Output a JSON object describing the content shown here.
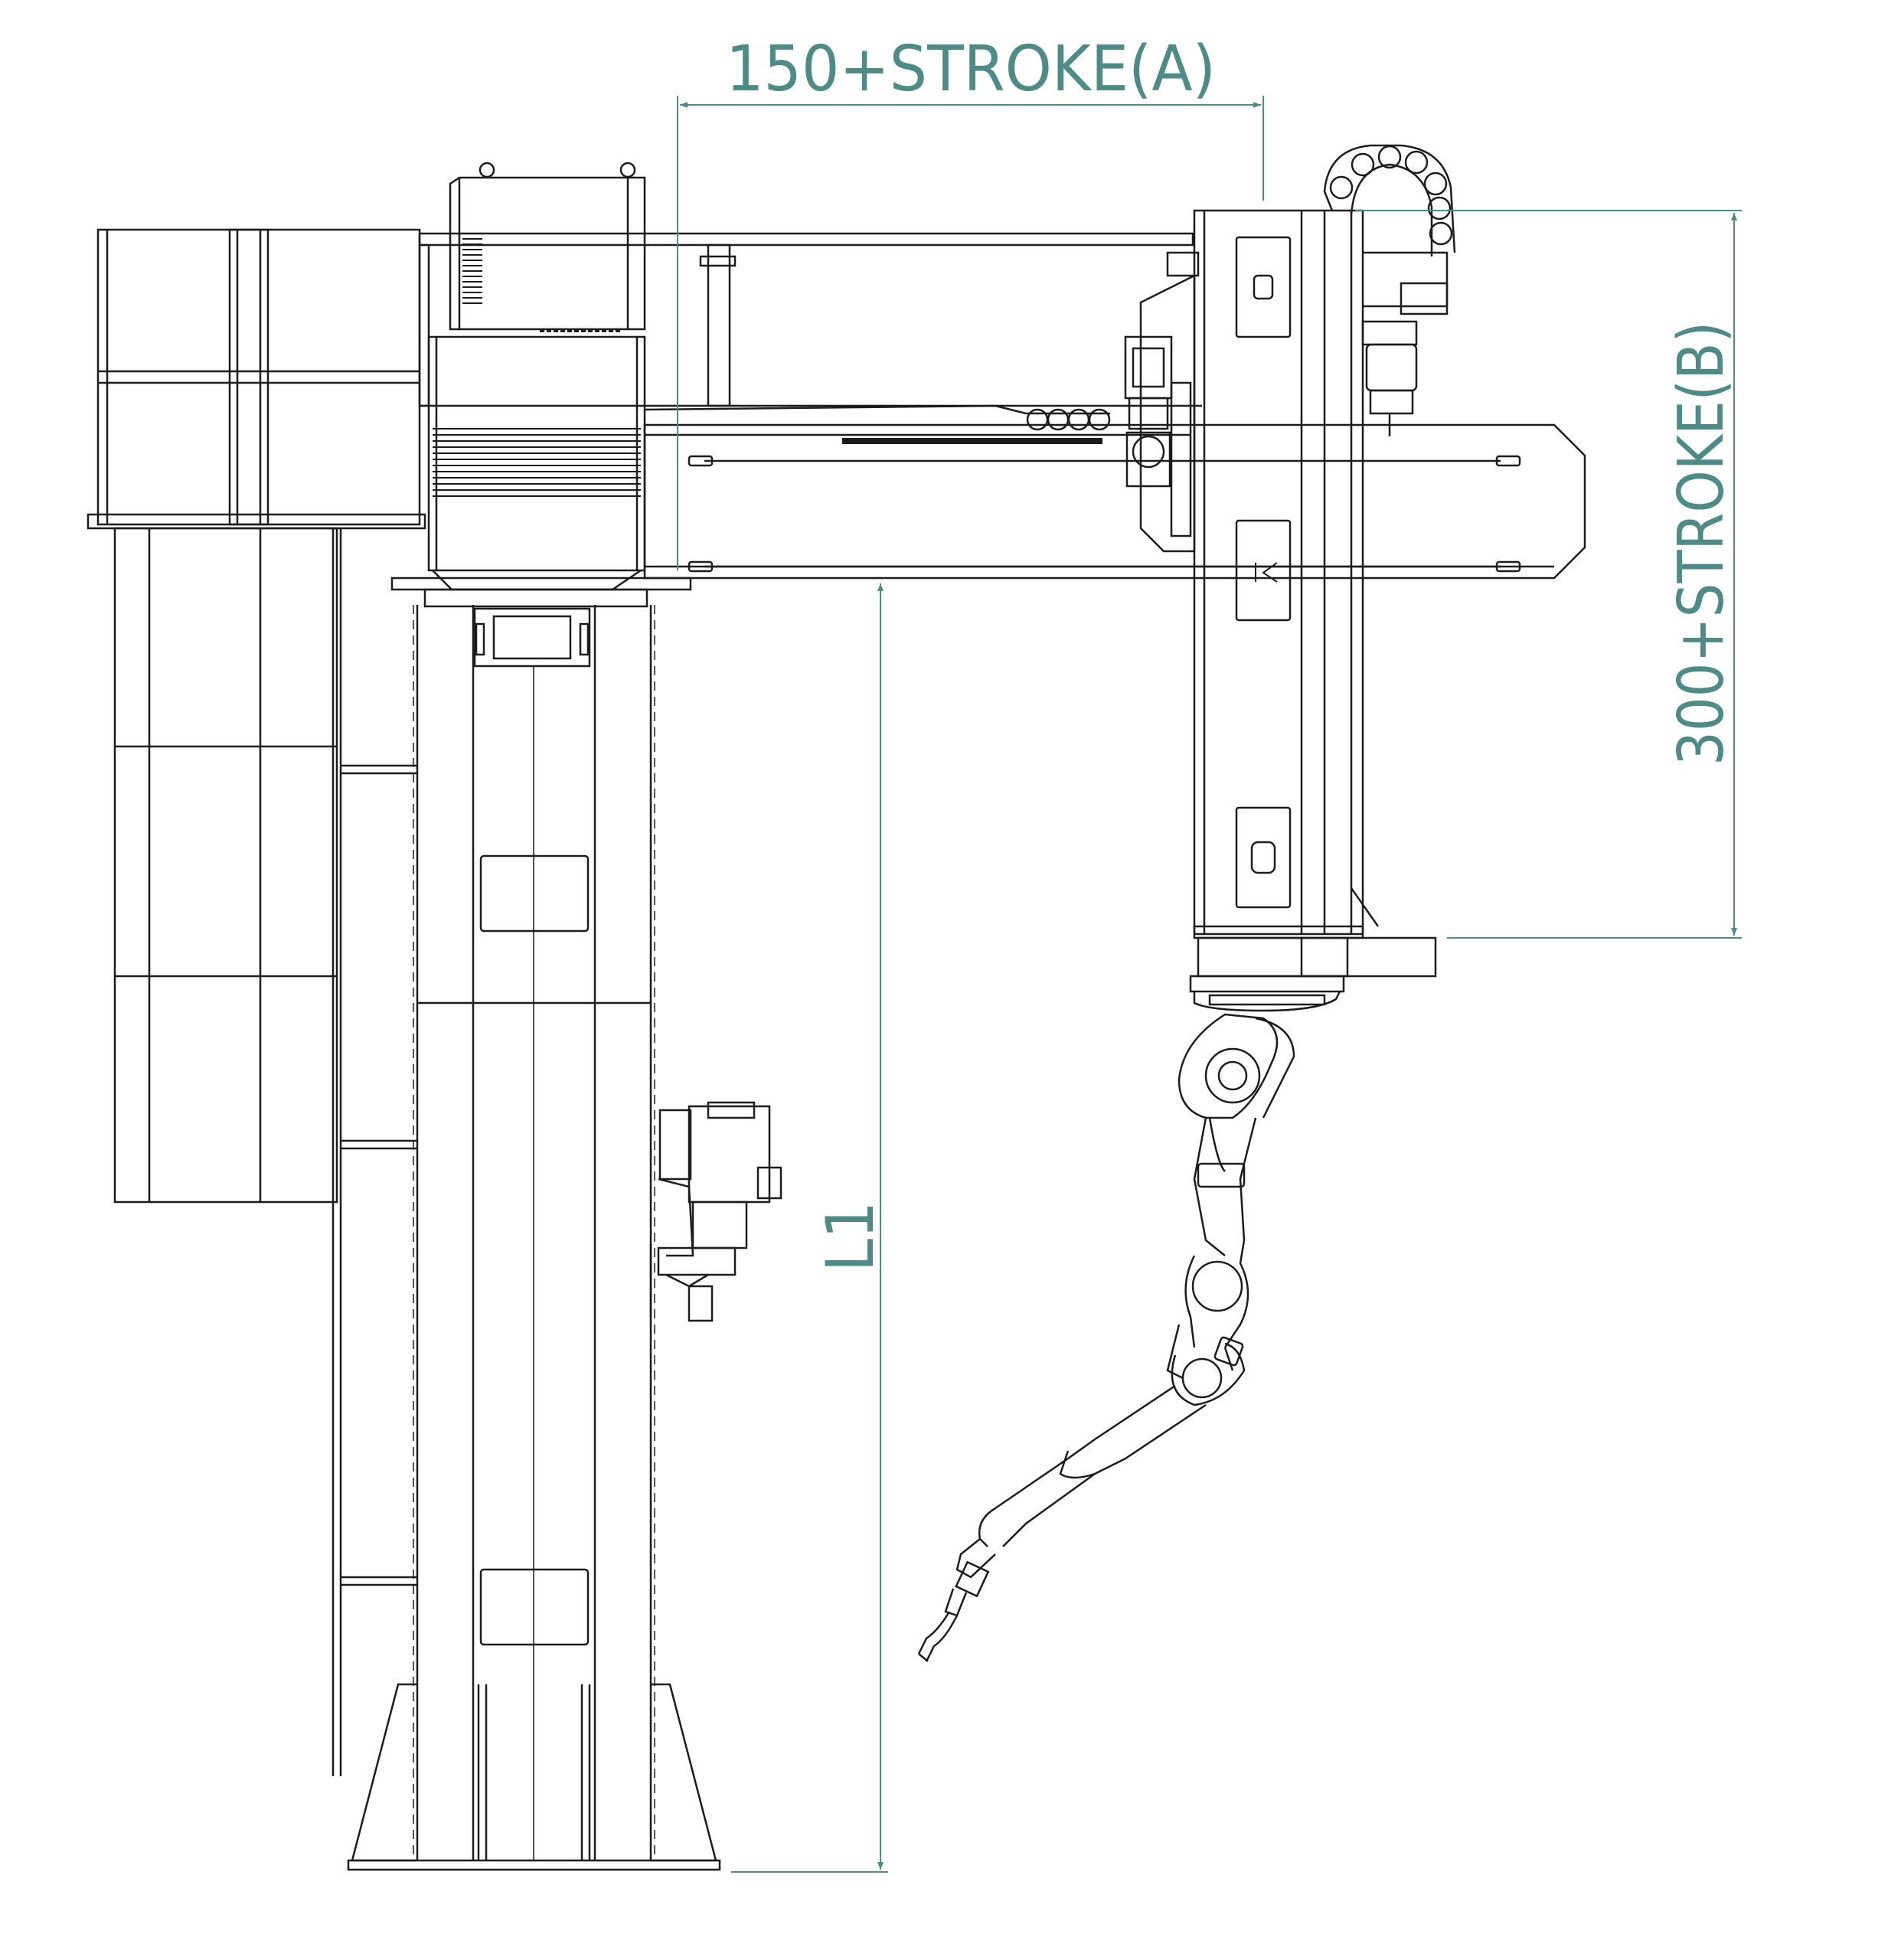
{
  "colors": {
    "line": "#1c1c1c",
    "dimension": "#4e8a86",
    "background": "#ffffff"
  },
  "dimensions": {
    "horizontal_label": "150+STROKE(A)",
    "vertical_label": "300+STROKE(B)",
    "height_label": "L1"
  },
  "icons": {
    "carriage_logo": "K-logo-icon"
  }
}
